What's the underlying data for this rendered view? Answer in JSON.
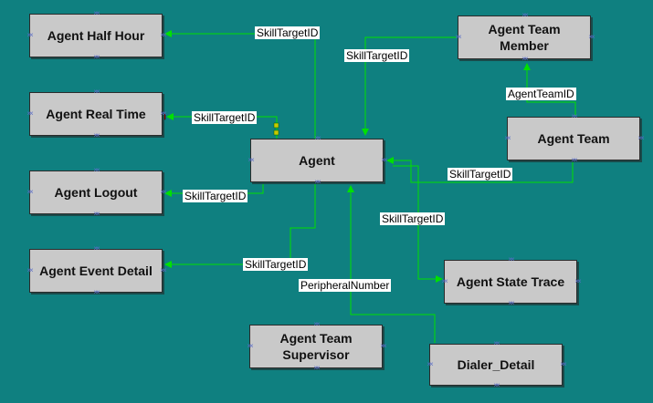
{
  "entities": {
    "agent_half_hour": "Agent Half Hour",
    "agent_real_time": "Agent Real Time",
    "agent_logout": "Agent Logout",
    "agent_event_detail": "Agent Event Detail",
    "agent": "Agent",
    "agent_team_member": "Agent Team Member",
    "agent_team": "Agent Team",
    "agent_state_trace": "Agent State Trace",
    "agent_team_supervisor": "Agent Team Supervisor",
    "dialer_detail": "Dialer_Detail"
  },
  "relations": {
    "half_hour": "SkillTargetID",
    "real_time": "SkillTargetID",
    "logout": "SkillTargetID",
    "event_detail": "SkillTargetID",
    "team_member": "SkillTargetID",
    "team_member_team": "AgentTeamID",
    "team": "SkillTargetID",
    "state_trace": "SkillTargetID",
    "dialer": "PeripheralNumber"
  },
  "colors": {
    "background": "#0f8080",
    "connector": "#00e000",
    "entity_fill": "#c9c9c9",
    "handle": "#5a6dc8",
    "marker": "#b00000"
  }
}
